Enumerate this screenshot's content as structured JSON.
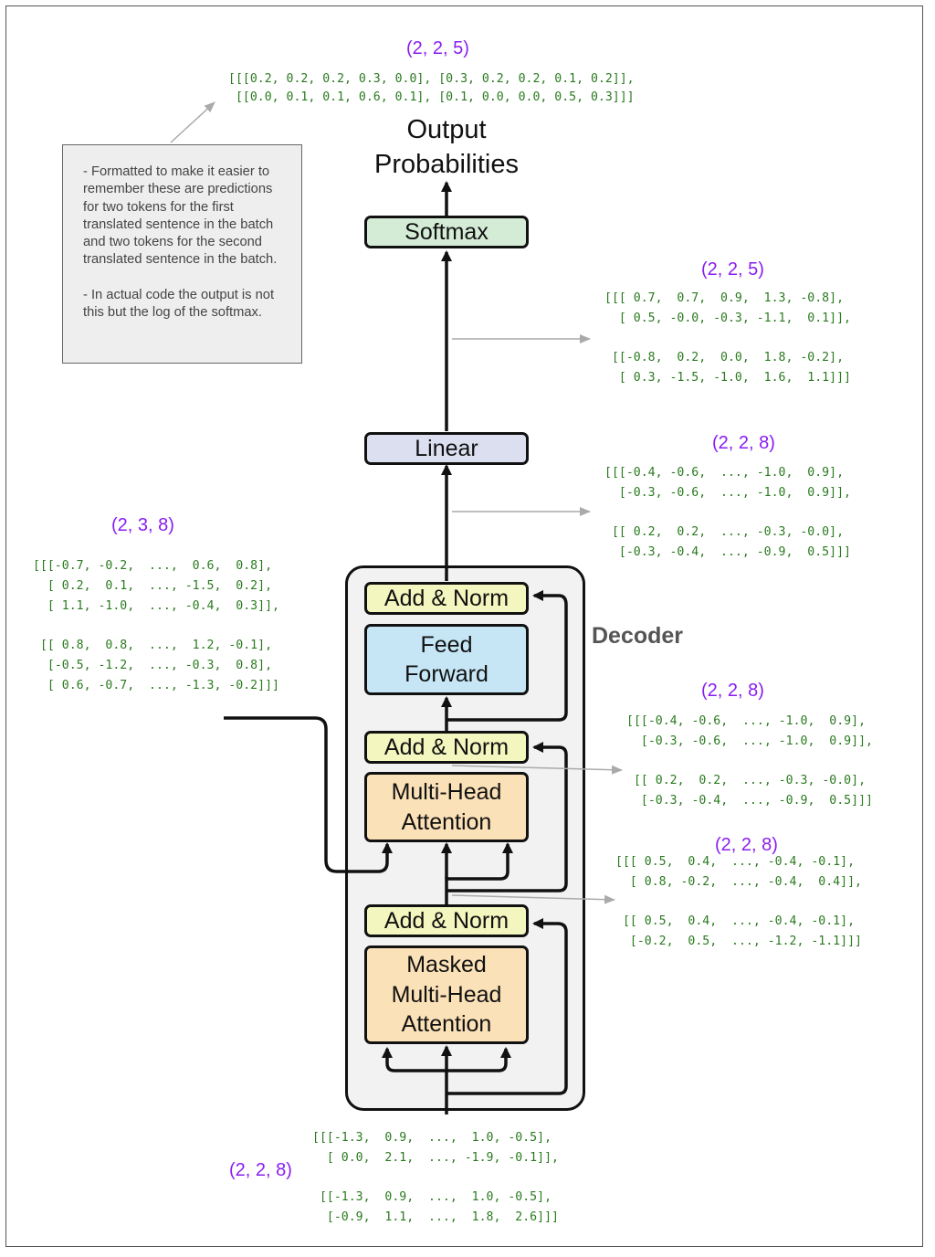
{
  "note": {
    "text": "- Formatted to make it easier to remember these are predictions for two tokens for the first translated sentence in the batch and two tokens for the second translated sentence in the batch.\n\n- In actual code the output is not this but the log of the softmax."
  },
  "diagram": {
    "output_label": "Output\nProbabilities",
    "decoder_label": "Decoder",
    "blocks": {
      "softmax": "Softmax",
      "linear": "Linear",
      "add_norm_top": "Add & Norm",
      "feed_forward": "Feed\nForward",
      "add_norm_mid": "Add & Norm",
      "multi_head_attention": "Multi-Head\nAttention",
      "add_norm_bottom": "Add & Norm",
      "masked_multi_head_attention": "Masked\nMulti-Head\nAttention"
    }
  },
  "tensors": {
    "probabilities": {
      "shape": "(2, 2, 5)",
      "values": "[[[0.2, 0.2, 0.2, 0.3, 0.0], [0.3, 0.2, 0.2, 0.1, 0.2]],\n [[0.0, 0.1, 0.1, 0.6, 0.1], [0.1, 0.0, 0.0, 0.5, 0.3]]]"
    },
    "logits": {
      "shape": "(2, 2, 5)",
      "values": "[[[ 0.7,  0.7,  0.9,  1.3, -0.8],\n  [ 0.5, -0.0, -0.3, -1.1,  0.1]],\n\n [[-0.8,  0.2,  0.0,  1.8, -0.2],\n  [ 0.3, -1.5, -1.0,  1.6,  1.1]]]"
    },
    "decoder_output": {
      "shape": "(2, 2, 8)",
      "values": "[[[-0.4, -0.6,  ..., -1.0,  0.9],\n  [-0.3, -0.6,  ..., -1.0,  0.9]],\n\n [[ 0.2,  0.2,  ..., -0.3, -0.0],\n  [-0.3, -0.4,  ..., -0.9,  0.5]]]"
    },
    "encoder_output": {
      "shape": "(2, 3, 8)",
      "values": "[[[-0.7, -0.2,  ...,  0.6,  0.8],\n  [ 0.2,  0.1,  ..., -1.5,  0.2],\n  [ 1.1, -1.0,  ..., -0.4,  0.3]],\n\n [[ 0.8,  0.8,  ...,  1.2, -0.1],\n  [-0.5, -1.2,  ..., -0.3,  0.8],\n  [ 0.6, -0.7,  ..., -1.3, -0.2]]]"
    },
    "cross_attention_output": {
      "shape": "(2, 2, 8)",
      "values": "[[[-0.4, -0.6,  ..., -1.0,  0.9],\n  [-0.3, -0.6,  ..., -1.0,  0.9]],\n\n [[ 0.2,  0.2,  ..., -0.3, -0.0],\n  [-0.3, -0.4,  ..., -0.9,  0.5]]]"
    },
    "masked_attention_output": {
      "shape": "(2, 2, 8)",
      "values": "[[[ 0.5,  0.4,  ..., -0.4, -0.1],\n  [ 0.8, -0.2,  ..., -0.4,  0.4]],\n\n [[ 0.5,  0.4,  ..., -0.4, -0.1],\n  [-0.2,  0.5,  ..., -1.2, -1.1]]]"
    },
    "decoder_input": {
      "shape": "(2, 2, 8)",
      "values": "[[[-1.3,  0.9,  ...,  1.0, -0.5],\n  [ 0.0,  2.1,  ..., -1.9, -0.1]],\n\n [[-1.3,  0.9,  ...,  1.0, -0.5],\n  [-0.9,  1.1,  ...,  1.8,  2.6]]]"
    }
  }
}
